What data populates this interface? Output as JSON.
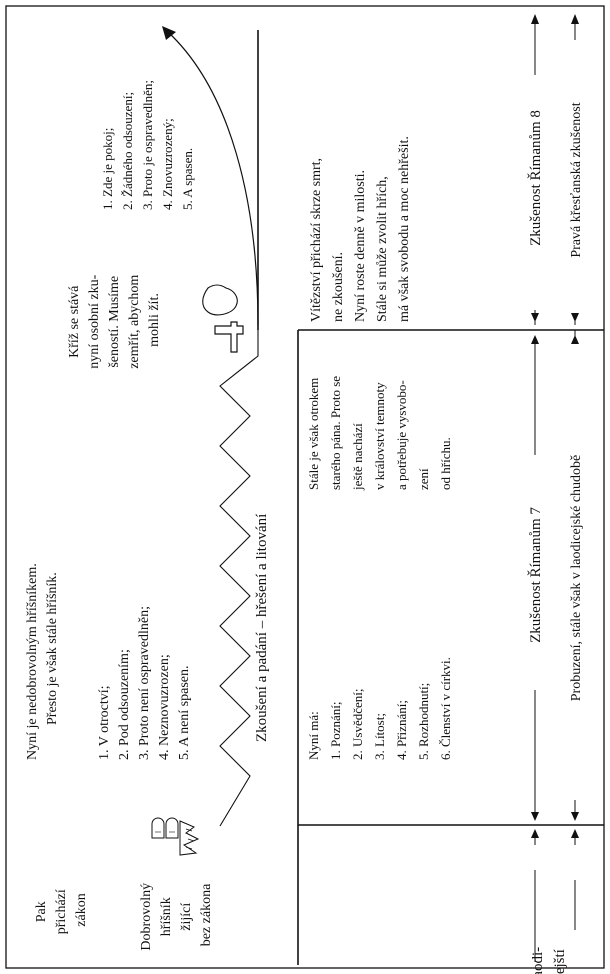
{
  "stages": {
    "laodicejsti": [
      "Laodi-",
      "cejští"
    ],
    "zkusenost7": "Zkušenost Římanům 7",
    "zkusenost8": "Zkušenost Římanům 8",
    "probuzeni": "Probuzení, stále však v laodicejské chudobě",
    "prava": "Pravá křesťanská zkušenost"
  },
  "left": {
    "dobrovolny": [
      "Dobrovolný",
      "hříšník",
      "žijící",
      "bez zákona"
    ],
    "pak_prichazi": [
      "Pak",
      "přichází",
      "zákon"
    ]
  },
  "middle": {
    "nedobrovolny": [
      "Nyní je nedobrovolným hříšníkem.",
      "Přesto je však stále hříšník."
    ],
    "list_a": [
      "1. V otroctví;",
      "2. Pod odsouzením;",
      "3. Proto není ospravedlněn;",
      "4. Neznovuzrozen;",
      "5. A není spasen."
    ],
    "zkouseni": "Zkoušení a padání – hřešení a litování",
    "nyni_ma": [
      "Nyní má:",
      "1. Poznání;",
      "2. Usvědčení;",
      "3. Lítost;",
      "4. Přiznání;",
      "5. Rozhodnutí;",
      "6. Členství v církvi."
    ],
    "stale_otrokem": [
      "Stále je však otrokem",
      "starého pána. Proto se",
      "ještě nachází",
      "v království temnoty",
      "a potřebuje vysvobo-",
      "zení",
      "od hříchu."
    ]
  },
  "right": {
    "kriz": [
      "Kříž se stává",
      "nyní osobní zku-",
      "šeností. Musíme",
      "zemřít, abychom",
      "mohli žít."
    ],
    "list_b": [
      "1. Zde je pokoj;",
      "2. Žádného odsouzení;",
      "3. Proto je ospravedlněn;",
      "4. Znovuzrozený;",
      "5. A spasen."
    ],
    "vitezstvi": [
      "Vítězství přichází skrze smrt,",
      "ne zkoušení.",
      "Nyní roste denně v milosti.",
      "Stále si může zvolit hřích,",
      "má však svobodu a moc nehřešit."
    ]
  },
  "icons": [
    "law-tablets-icon",
    "mountain-icon",
    "cross-icon",
    "cloud-icon"
  ]
}
